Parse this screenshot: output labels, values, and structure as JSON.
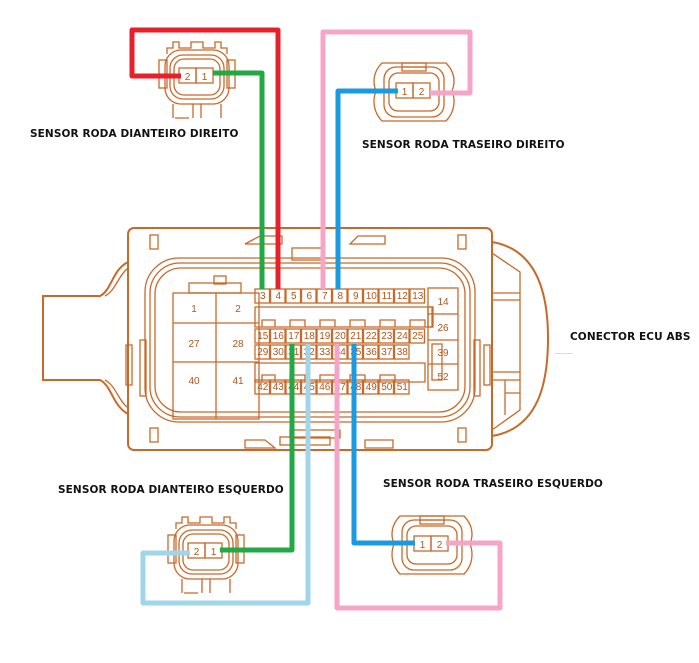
{
  "labels": {
    "front_right": "SENSOR RODA DIANTEIRO DIREITO",
    "rear_right": "SENSOR RODA TRASEIRO DIREITO",
    "ecu": "CONECTOR ECU ABS",
    "front_left": "SENSOR RODA DIANTEIRO ESQUERDO",
    "rear_left": "SENSOR RODA TRASEIRO ESQUERDO"
  },
  "ecu_connector": {
    "large_pins": [
      "1",
      "2",
      "27",
      "28",
      "40",
      "41"
    ],
    "row1": [
      "3",
      "4",
      "5",
      "6",
      "7",
      "8",
      "9",
      "10",
      "11",
      "12",
      "13"
    ],
    "row2": [
      "15",
      "16",
      "17",
      "18",
      "19",
      "20",
      "21",
      "22",
      "23",
      "24",
      "25"
    ],
    "row3": [
      "29",
      "30",
      "31",
      "32",
      "33",
      "34",
      "35",
      "36",
      "37",
      "38"
    ],
    "row4": [
      "42",
      "43",
      "44",
      "45",
      "46",
      "47",
      "48",
      "49",
      "50",
      "51"
    ],
    "side_pins": [
      "14",
      "26",
      "39",
      "52"
    ]
  },
  "sensors": {
    "front_right": {
      "pins": [
        "2",
        "1"
      ]
    },
    "rear_right": {
      "pins": [
        "1",
        "2"
      ]
    },
    "front_left": {
      "pins": [
        "2",
        "1"
      ]
    },
    "rear_left": {
      "pins": [
        "1",
        "2"
      ]
    }
  },
  "wires": [
    {
      "name": "front-right-pin2-to-ecu-4",
      "color": "#e8202a",
      "from": "front_right.2",
      "to": "4"
    },
    {
      "name": "front-right-pin1-to-ecu-3",
      "color": "#22a845",
      "from": "front_right.1",
      "to": "3"
    },
    {
      "name": "rear-right-pin2-to-ecu-7",
      "color": "#f4a5c8",
      "from": "rear_right.2",
      "to": "7"
    },
    {
      "name": "rear-right-pin1-to-ecu-8",
      "color": "#1a9ae0",
      "from": "rear_right.1",
      "to": "8"
    },
    {
      "name": "front-left-pin1-to-ecu-44",
      "color": "#22a845",
      "from": "front_left.1",
      "to": "44"
    },
    {
      "name": "front-left-pin2-to-ecu-45",
      "color": "#9fd6ea",
      "from": "front_left.2",
      "to": "45"
    },
    {
      "name": "rear-left-pin2-to-ecu-47",
      "color": "#f4a5c8",
      "from": "rear_left.2",
      "to": "47"
    },
    {
      "name": "rear-left-pin1-to-ecu-48",
      "color": "#1a9ae0",
      "from": "rear_left.1",
      "to": "48"
    }
  ],
  "colors": {
    "outline": "#c8692a",
    "pin_text": "#b2561c"
  }
}
